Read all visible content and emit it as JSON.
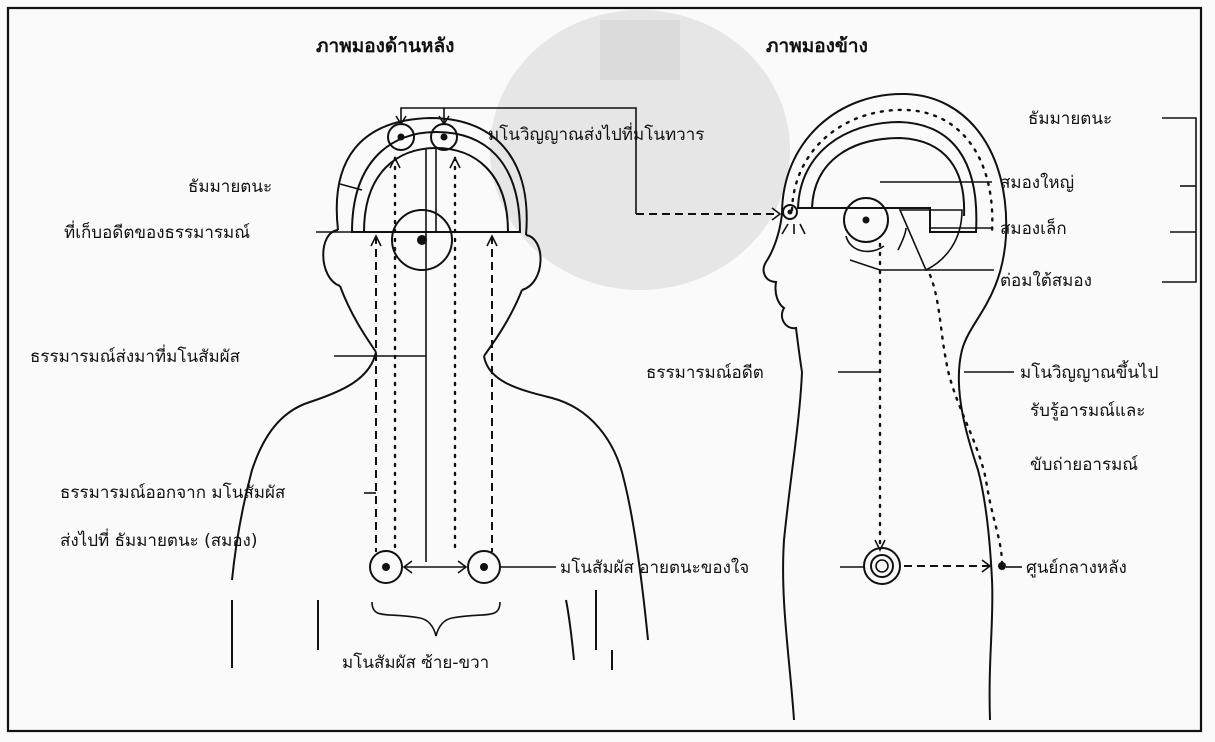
{
  "titles": {
    "back_view": "ภาพมองด้านหลัง",
    "side_view": "ภาพมองข้าง"
  },
  "back_labels": {
    "mind_door": "มโนวิญญาณส่งไปที่มโนทวาร",
    "dhammayatana": "ธัมมายตนะ",
    "storage": "ที่เก็บอดีตของธรรมารมณ์",
    "dhamma_to_mano": "ธรรมารมณ์ส่งมาที่มโนสัมผัส",
    "dhamma_from_1": "ธรรมารมณ์ออกจาก มโนสัมผัส",
    "dhamma_from_2": "ส่งไปที่ ธัมมายตนะ (สมอง)",
    "mano_contact_center": "มโนสัมผัส อายตนะของใจ",
    "mano_left_right": "มโนสัมผัส ซ้าย-ขวา"
  },
  "side_labels": {
    "dhammayatana": "ธัมมายตนะ",
    "cerebrum": "สมองใหญ่",
    "cerebellum": "สมองเล็ก",
    "hypothalamus": "ต่อมใต้สมอง",
    "past_dhamma": "ธรรมารมณ์อดีต",
    "rise_1": "มโนวิญญาณขึ้นไป",
    "rise_2": "รับรู้อารมณ์และ",
    "rise_3": "ขับถ่ายอารมณ์",
    "back_center": "ศูนย์กลางหลัง"
  }
}
